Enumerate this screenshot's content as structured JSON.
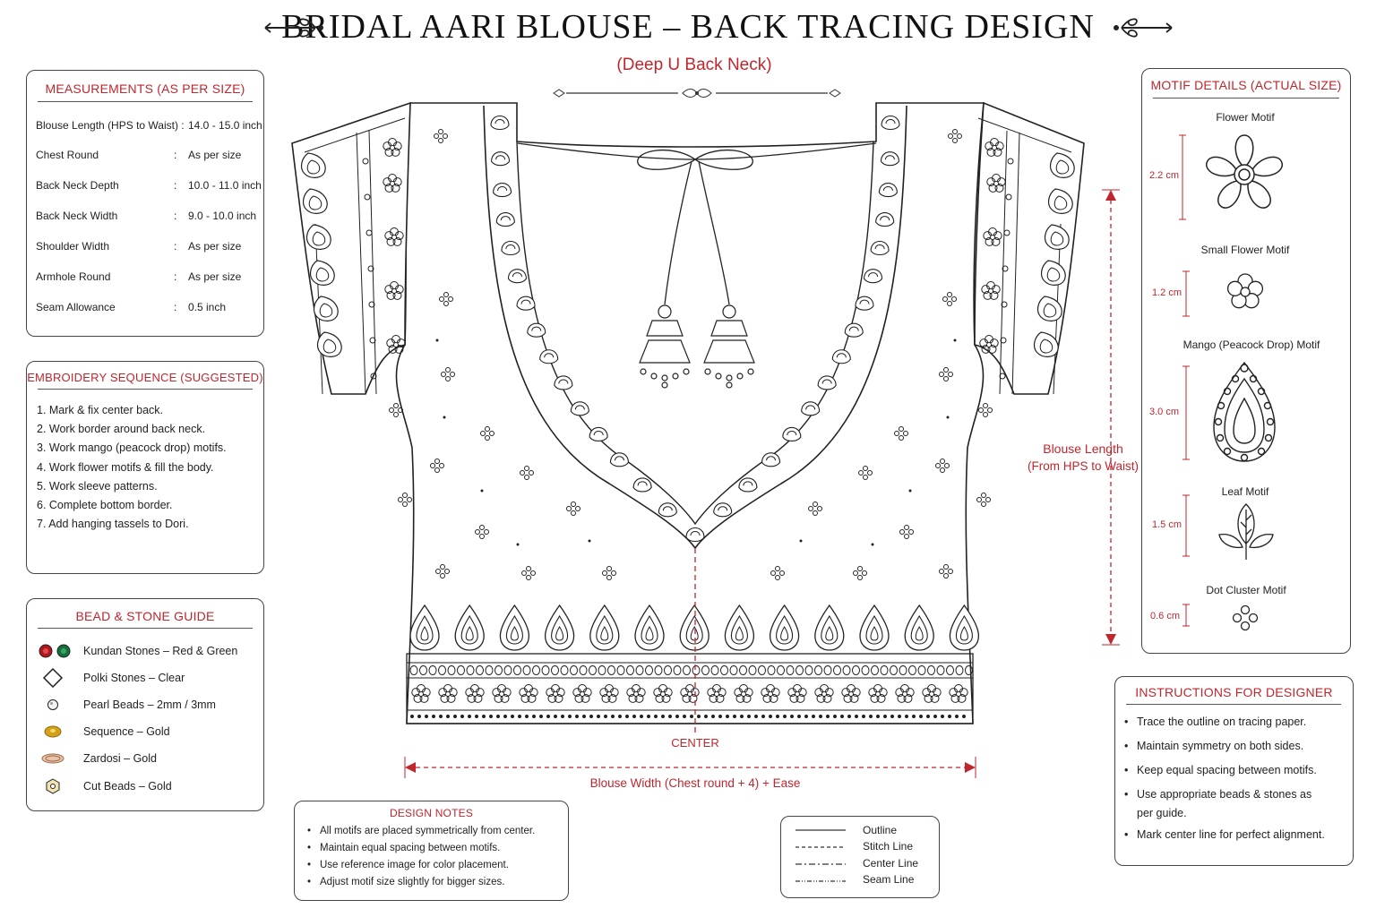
{
  "header": {
    "title": "BRIDAL AARI BLOUSE – BACK TRACING DESIGN",
    "subtitle": "(Deep U Back Neck)"
  },
  "measurements": {
    "title": "MEASUREMENTS (AS PER SIZE)",
    "rows": [
      {
        "label": "Blouse Length (HPS to Waist) :",
        "sep": "",
        "value": "14.0 - 15.0 inch"
      },
      {
        "label": "Chest Round",
        "sep": ":",
        "value": "As per size"
      },
      {
        "label": "Back Neck Depth",
        "sep": ":",
        "value": "10.0 - 11.0 inch"
      },
      {
        "label": "Back Neck Width",
        "sep": ":",
        "value": "9.0 - 10.0 inch"
      },
      {
        "label": "Shoulder Width",
        "sep": ":",
        "value": "As per size"
      },
      {
        "label": "Armhole Round",
        "sep": ":",
        "value": "As per size"
      },
      {
        "label": "Seam Allowance",
        "sep": ":",
        "value": "0.5 inch"
      }
    ]
  },
  "embroidery_sequence": {
    "title": "EMBROIDERY SEQUENCE (SUGGESTED)",
    "steps": [
      "1.  Mark & fix center back.",
      "2.  Work border around back neck.",
      "3.  Work mango (peacock drop) motifs.",
      "4.  Work flower motifs & fill the body.",
      "5.  Work sleeve patterns.",
      "6.  Complete bottom border.",
      "7.  Add hanging tassels to Dori."
    ]
  },
  "bead_guide": {
    "title": "BEAD & STONE GUIDE",
    "items": [
      {
        "icon": "kundan-stones-icon",
        "label": "Kundan Stones – Red & Green"
      },
      {
        "icon": "polki-stone-icon",
        "label": "Polki Stones – Clear"
      },
      {
        "icon": "pearl-bead-icon",
        "label": "Pearl Beads – 2mm / 3mm"
      },
      {
        "icon": "sequence-icon",
        "label": "Sequence – Gold"
      },
      {
        "icon": "zardosi-icon",
        "label": "Zardosi – Gold"
      },
      {
        "icon": "cut-bead-icon",
        "label": "Cut Beads – Gold"
      }
    ],
    "colors": {
      "red": "#b3151c",
      "green": "#12703a",
      "gold": "#d4a017",
      "zardosi": "#c9906a"
    }
  },
  "motif_details": {
    "title": "MOTIF DETAILS (ACTUAL SIZE)",
    "motifs": [
      {
        "name": "Flower Motif",
        "size": "2.2 cm",
        "icon": "flower-motif-icon"
      },
      {
        "name": "Small Flower Motif",
        "size": "1.2 cm",
        "icon": "small-flower-motif-icon"
      },
      {
        "name": "Mango (Peacock Drop) Motif",
        "size": "3.0 cm",
        "icon": "mango-motif-icon"
      },
      {
        "name": "Leaf Motif",
        "size": "1.5 cm",
        "icon": "leaf-motif-icon"
      },
      {
        "name": "Dot Cluster Motif",
        "size": "0.6 cm",
        "icon": "dot-cluster-motif-icon"
      }
    ]
  },
  "instructions": {
    "title": "INSTRUCTIONS FOR DESIGNER",
    "items": [
      "Trace the outline on tracing paper.",
      "Maintain symmetry on both sides.",
      "Keep equal spacing between motifs.",
      "Use appropriate beads & stones as",
      "per guide.",
      "Mark center line for perfect alignment."
    ]
  },
  "design_notes": {
    "title": "DESIGN NOTES",
    "items": [
      "All motifs are placed symmetrically from center.",
      "Maintain equal spacing between motifs.",
      "Use reference image for color placement.",
      "Adjust motif size slightly for bigger sizes."
    ]
  },
  "legend": {
    "items": [
      "Outline",
      "Stitch Line",
      "Center Line",
      "Seam Line"
    ]
  },
  "diagram": {
    "center_label": "CENTER",
    "width_label": "Blouse Width (Chest round + 4) + Ease",
    "length_label_1": "Blouse Length",
    "length_label_2": "(From HPS to Waist)",
    "accent": "#c0262d"
  }
}
